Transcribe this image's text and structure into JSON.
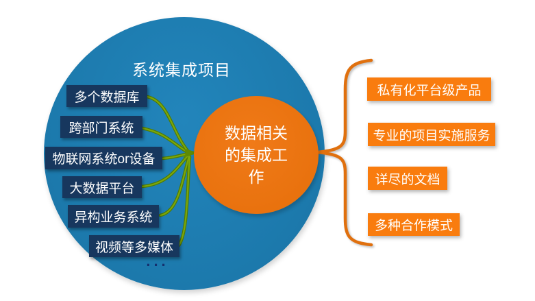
{
  "diagram": {
    "big_circle_title": "系统集成项目",
    "center_label": "数据相关的集成工作",
    "source_items": [
      "多个数据库",
      "跨部门系统",
      "物联网系统or设备",
      "大数据平台",
      "异构业务系统",
      "视频等多媒体"
    ],
    "more_indicator": "...",
    "benefit_items": [
      "私有化平台级产品",
      "专业的项目实施服务",
      "详尽的文档",
      "多种合作模式"
    ],
    "colors": {
      "big_circle_blue": "#1C79AC",
      "source_box_navy": "#17375E",
      "center_circle_orange": "#E8710D",
      "benefit_box_orange": "#F97C0E",
      "brace_orange": "#E0700E",
      "connector_green": "#6B9B07",
      "label_text": "#FFFFFF",
      "more_indicator_blue": "#15306E"
    }
  }
}
